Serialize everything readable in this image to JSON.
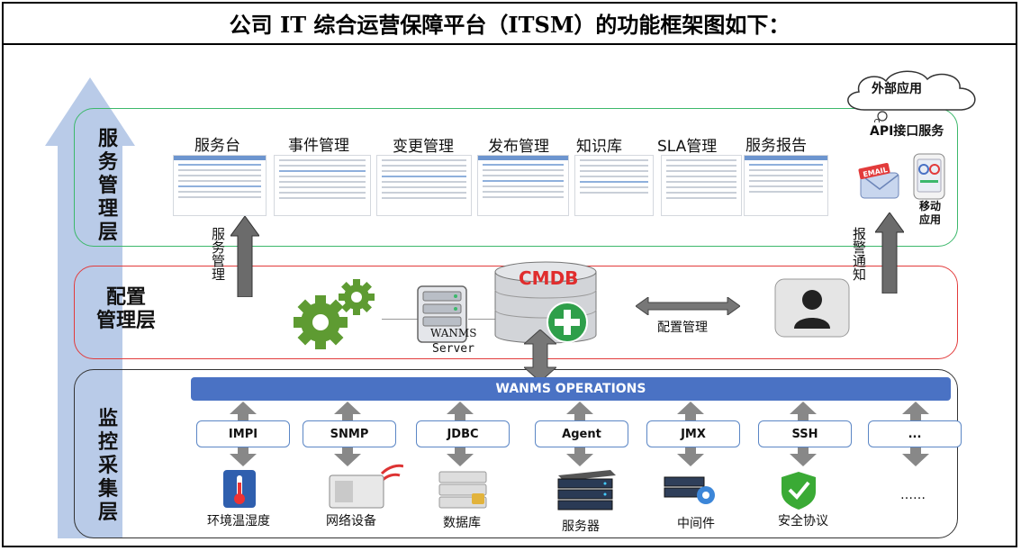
{
  "title": "公司 IT 综合运营保障平台（ITSM）的功能框架图如下：",
  "layers": {
    "service": "服务管理层",
    "config": "配置管理层",
    "monitor": "监控采集层"
  },
  "config_title_lines": [
    "配置",
    "管理层"
  ],
  "service_modules": [
    "服务台",
    "事件管理",
    "变更管理",
    "发布管理",
    "知识库",
    "SLA管理",
    "服务报告"
  ],
  "external": {
    "cloud": "外部应用",
    "api": "API接口服务",
    "email_badge": "EMAIL",
    "mobile": "移动应用"
  },
  "arrows": {
    "service_mgmt": "服务管理",
    "alarm_notify": "报警通知",
    "config_mgmt": "配置管理"
  },
  "cmdb": {
    "label": "CMDB",
    "server_line1": "WANMS",
    "server_line2": "Server"
  },
  "operations_bar": "WANMS OPERATIONS",
  "protocols": [
    "IMPI",
    "SNMP",
    "JDBC",
    "Agent",
    "JMX",
    "SSH",
    "..."
  ],
  "devices": [
    "环境温湿度",
    "网络设备",
    "数据库",
    "服务器",
    "中间件",
    "安全协议",
    "……"
  ],
  "colors": {
    "service_border": "#3cb86b",
    "config_border": "#e23b3b",
    "monitor_border": "#333333",
    "ops_bar": "#4a72c4",
    "big_arrow": "#b9cbe8",
    "gear": "#5e9b32",
    "cmdb_red": "#e02d2d"
  }
}
